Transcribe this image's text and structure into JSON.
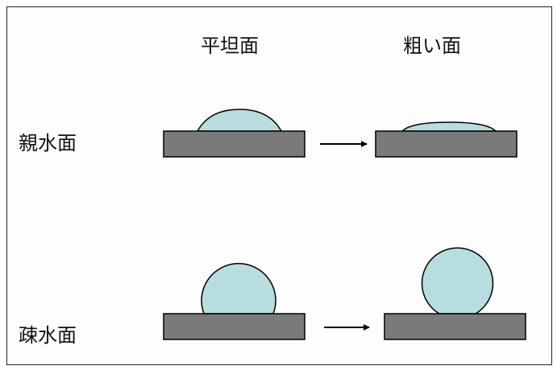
{
  "headers": {
    "flat": "平坦面",
    "rough": "粗い面"
  },
  "rows": {
    "hydrophilic": "親水面",
    "hydrophobic": "疎水面"
  },
  "colors": {
    "droplet_fill": "#b7dde0",
    "droplet_stroke": "#000000",
    "substrate_fill": "#7a7a7a",
    "substrate_stroke": "#000000",
    "arrow": "#000000"
  }
}
